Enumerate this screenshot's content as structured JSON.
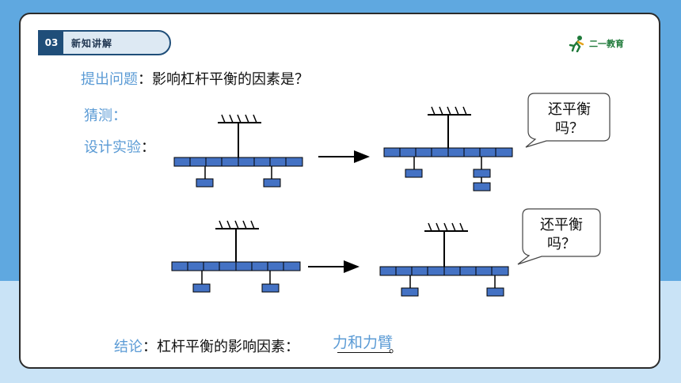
{
  "section": {
    "number": "03",
    "title": "新知讲解"
  },
  "logo": {
    "text": "二一教育"
  },
  "question": {
    "label": "提出问题",
    "colon": "：",
    "text": "影响杠杆平衡的因素是？"
  },
  "guess": {
    "label": "猜测："
  },
  "design": {
    "label": "设计实验",
    "colon": "："
  },
  "bubbles": [
    {
      "line1": "还平衡",
      "line2": "吗？"
    },
    {
      "line1": "还平衡",
      "line2": "吗？"
    }
  ],
  "conclusion": {
    "label": "结论",
    "colon": "：",
    "text": "杠杆平衡的影响因素：",
    "answer": "力和力臂",
    "period": "。"
  },
  "colors": {
    "accent": "#5b9bd5",
    "lever_fill": "#4472c4",
    "header_bg": "#5fa8e0"
  }
}
